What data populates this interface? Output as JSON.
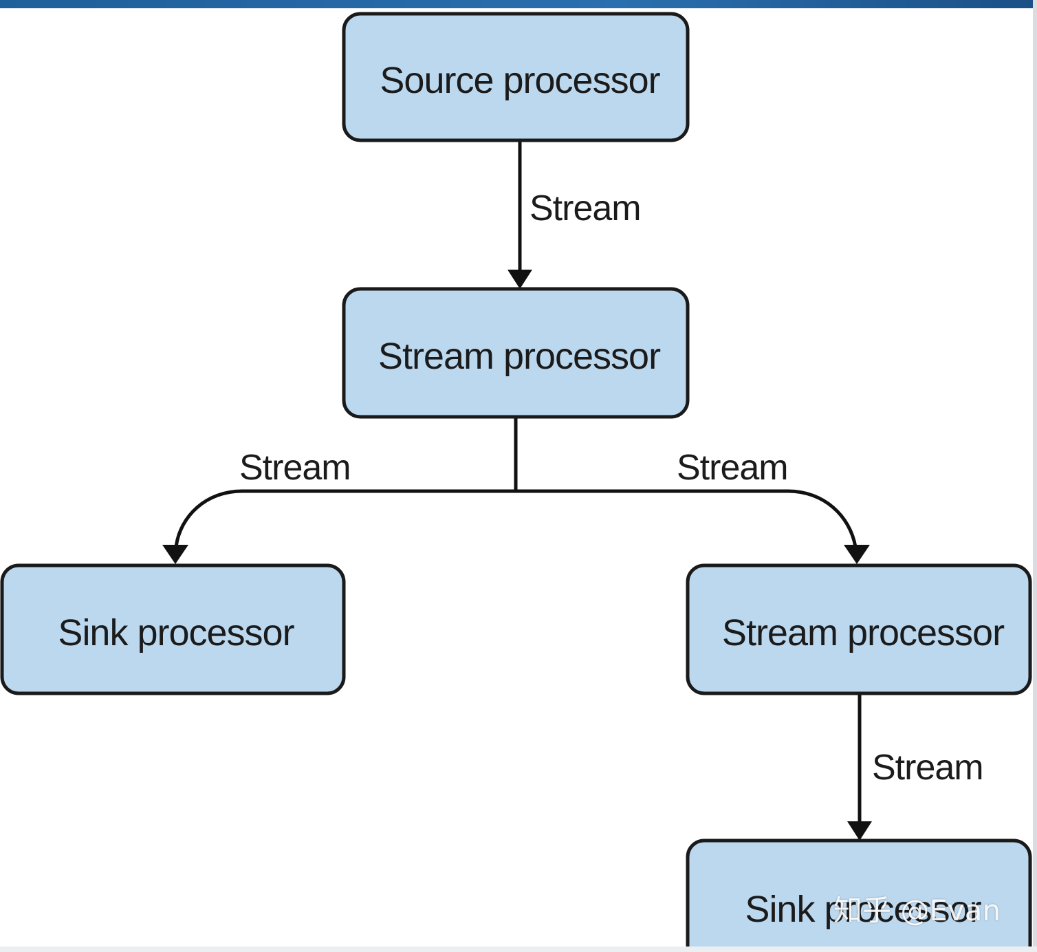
{
  "nodes": {
    "source": "Source processor",
    "stream1": "Stream processor",
    "sink1": "Sink processor",
    "stream2": "Stream processor",
    "sink2": "Sink processor"
  },
  "edges": {
    "source_to_stream1": "Stream",
    "stream1_to_sink1": "Stream",
    "stream1_to_stream2": "Stream",
    "stream2_to_sink2": "Stream"
  },
  "watermark": "知乎 @Evan",
  "colors": {
    "node_fill": "#bcd8ef",
    "node_stroke": "#1a1a1a",
    "edge": "#111111"
  }
}
